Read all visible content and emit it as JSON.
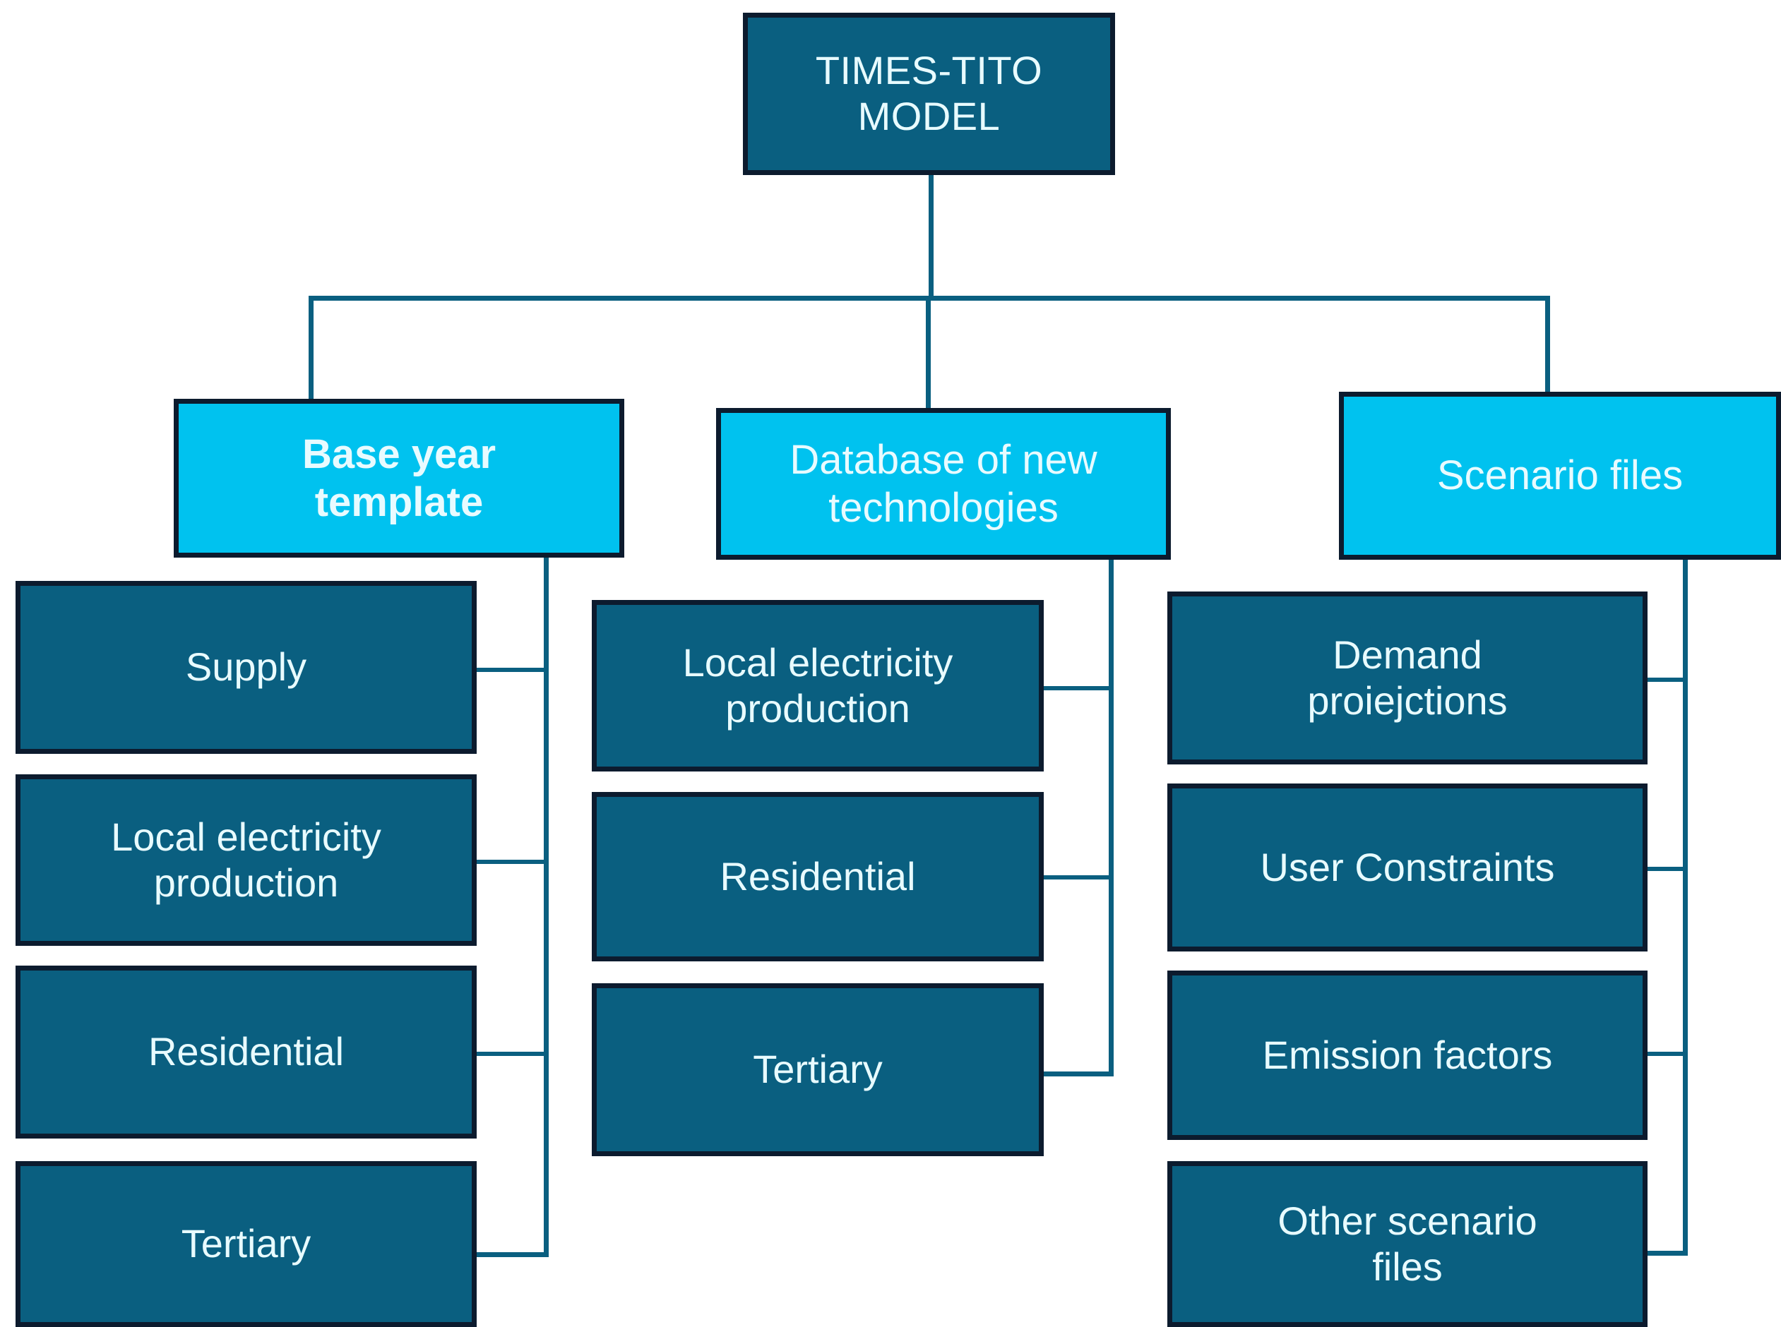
{
  "diagram": {
    "title": "TIMES-TITO MODEL structure",
    "type": "hierarchical-tree",
    "colors": {
      "dark_fill": "#0A5F80",
      "accent_fill": "#00C2EF",
      "border": "#0C1B2E",
      "connector": "#0A5F80",
      "text": "#E8FBFF",
      "background": "#FFFFFF"
    },
    "root": {
      "label": "TIMES-TITO\nMODEL"
    },
    "branches": [
      {
        "label": "Base year\ntemplate",
        "children": [
          {
            "label": "Supply"
          },
          {
            "label": "Local electricity\nproduction"
          },
          {
            "label": "Residential"
          },
          {
            "label": "Tertiary"
          }
        ]
      },
      {
        "label": "Database of new\ntechnologies",
        "children": [
          {
            "label": "Local electricity\nproduction"
          },
          {
            "label": "Residential"
          },
          {
            "label": "Tertiary"
          }
        ]
      },
      {
        "label": "Scenario files",
        "children": [
          {
            "label": "Demand\nproiejctions"
          },
          {
            "label": "User Constraints"
          },
          {
            "label": "Emission factors"
          },
          {
            "label": "Other scenario\nfiles"
          }
        ]
      }
    ]
  }
}
